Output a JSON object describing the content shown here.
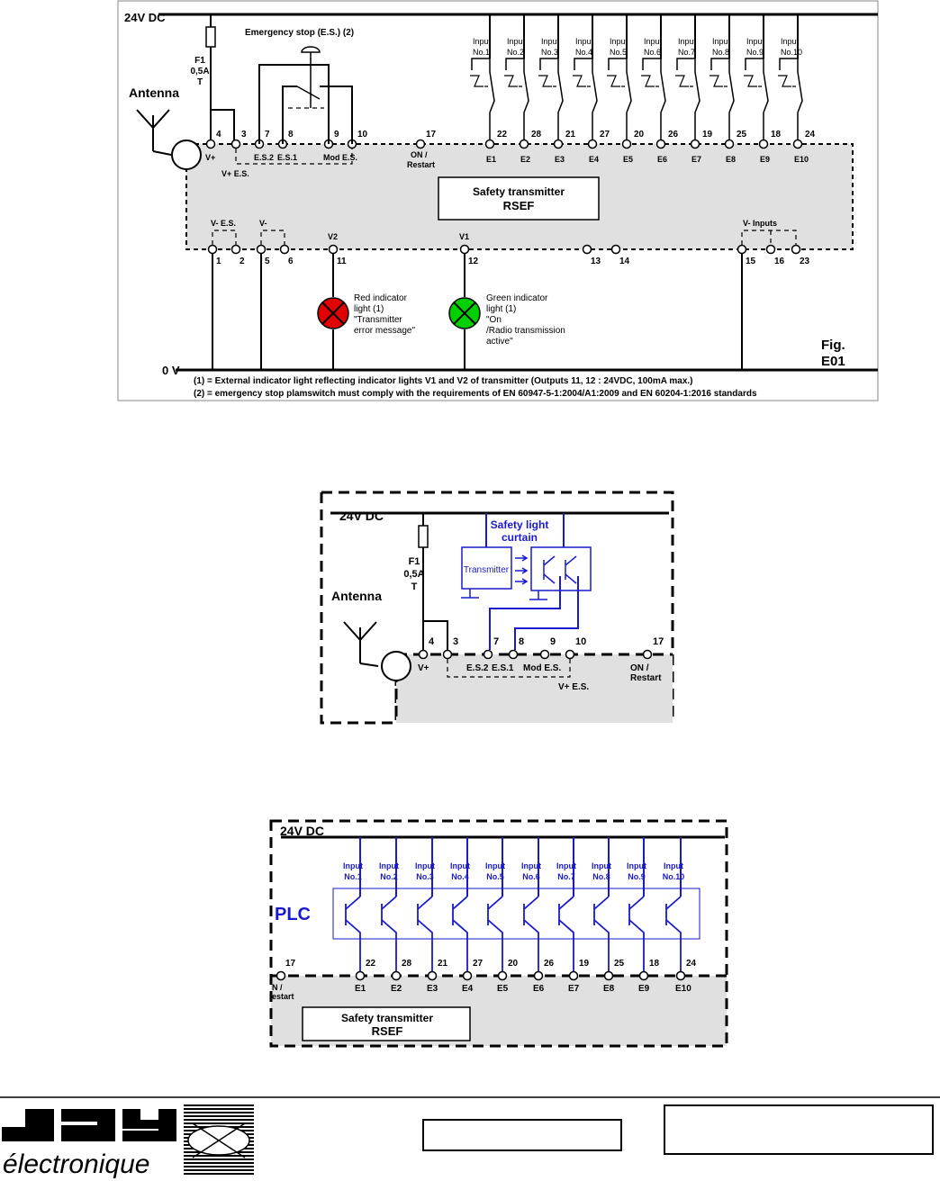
{
  "colors": {
    "black": "#000000",
    "blue": "#1a1acc",
    "grey": "#e0e0e0",
    "red": "#e00000",
    "green": "#00d000"
  },
  "fig1": {
    "supply_label": "24V DC",
    "zero_label": "0 V",
    "fuse": [
      "F1",
      "0,5A",
      "T"
    ],
    "antenna_label": "Antenna",
    "estop_label": "Emergency stop (E.S.) (2)",
    "inputs": [
      {
        "l1": "Input",
        "l2": "No.1",
        "num": "22",
        "e": "E1"
      },
      {
        "l1": "Input",
        "l2": "No.2",
        "num": "28",
        "e": "E2"
      },
      {
        "l1": "Input",
        "l2": "No.3",
        "num": "21",
        "e": "E3"
      },
      {
        "l1": "Input",
        "l2": "No.4",
        "num": "27",
        "e": "E4"
      },
      {
        "l1": "Input",
        "l2": "No.5",
        "num": "20",
        "e": "E5"
      },
      {
        "l1": "Input",
        "l2": "No.6",
        "num": "26",
        "e": "E6"
      },
      {
        "l1": "Input",
        "l2": "No.7",
        "num": "19",
        "e": "E7"
      },
      {
        "l1": "Input",
        "l2": "No.8",
        "num": "25",
        "e": "E8"
      },
      {
        "l1": "Input",
        "l2": "No.9",
        "num": "18",
        "e": "E9"
      },
      {
        "l1": "Input",
        "l2": "No.10",
        "num": "24",
        "e": "E10"
      }
    ],
    "top_terminals": [
      {
        "num": "4",
        "sub": "V+"
      },
      {
        "num": "3",
        "sub": ""
      },
      {
        "num": "7",
        "sub": "E.S.2"
      },
      {
        "num": "8",
        "sub": "E.S.1"
      },
      {
        "num": "9",
        "sub": "Mod E.S."
      },
      {
        "num": "10",
        "sub": ""
      },
      {
        "num": "17",
        "sub": ""
      }
    ],
    "vplus_es": "V+ E.S.",
    "on_restart": [
      "ON /",
      "Restart"
    ],
    "box": [
      "Safety transmitter",
      "RSEF"
    ],
    "bottom_groups": {
      "vminus_es": "V- E.S.",
      "vminus": "V-",
      "v2": "V2",
      "v1": "V1",
      "vminus_inputs": "V- Inputs"
    },
    "bottom_terminals": [
      "1",
      "2",
      "5",
      "6",
      "11",
      "12",
      "13",
      "14",
      "15",
      "16",
      "23"
    ],
    "red_light": [
      "Red indicator",
      "light (1)",
      "\"Transmitter",
      "error message\""
    ],
    "green_light": [
      "Green indicator",
      "light (1)",
      "\"On",
      "/Radio transmission",
      "active\""
    ],
    "fig_label": [
      "Fig.",
      "E01"
    ],
    "note1": "(1) = External indicator light reflecting indicator lights V1 and V2 of transmitter (Outputs 11, 12 : 24VDC, 100mA max.)",
    "note2": "(2) = emergency stop plamswitch must comply with the requirements of EN 60947-5-1:2004/A1:2009 and EN 60204-1:2016 standards"
  },
  "fig2": {
    "supply_label": "24V DC",
    "fuse": [
      "F1",
      "0,5A",
      "T"
    ],
    "antenna_label": "Antenna",
    "curtain_label": [
      "Safety light",
      "curtain"
    ],
    "transmitter_label": "Transmitter",
    "terminals": [
      {
        "num": "4",
        "sub": "V+"
      },
      {
        "num": "3",
        "sub": ""
      },
      {
        "num": "7",
        "sub": "E.S.2"
      },
      {
        "num": "8",
        "sub": "E.S.1"
      },
      {
        "num": "9",
        "sub": "Mod E.S."
      },
      {
        "num": "10",
        "sub": ""
      },
      {
        "num": "17",
        "sub": ""
      }
    ],
    "on_restart": [
      "ON /",
      "Restart"
    ],
    "vplus_es": "V+ E.S."
  },
  "fig3": {
    "supply_label": "24V DC",
    "plc_label": "PLC",
    "restart_partial": [
      "N /",
      "estart"
    ],
    "terminal_17": "17",
    "box": [
      "Safety transmitter",
      "RSEF"
    ]
  },
  "footer": {
    "logo_bottom": "électronique"
  }
}
